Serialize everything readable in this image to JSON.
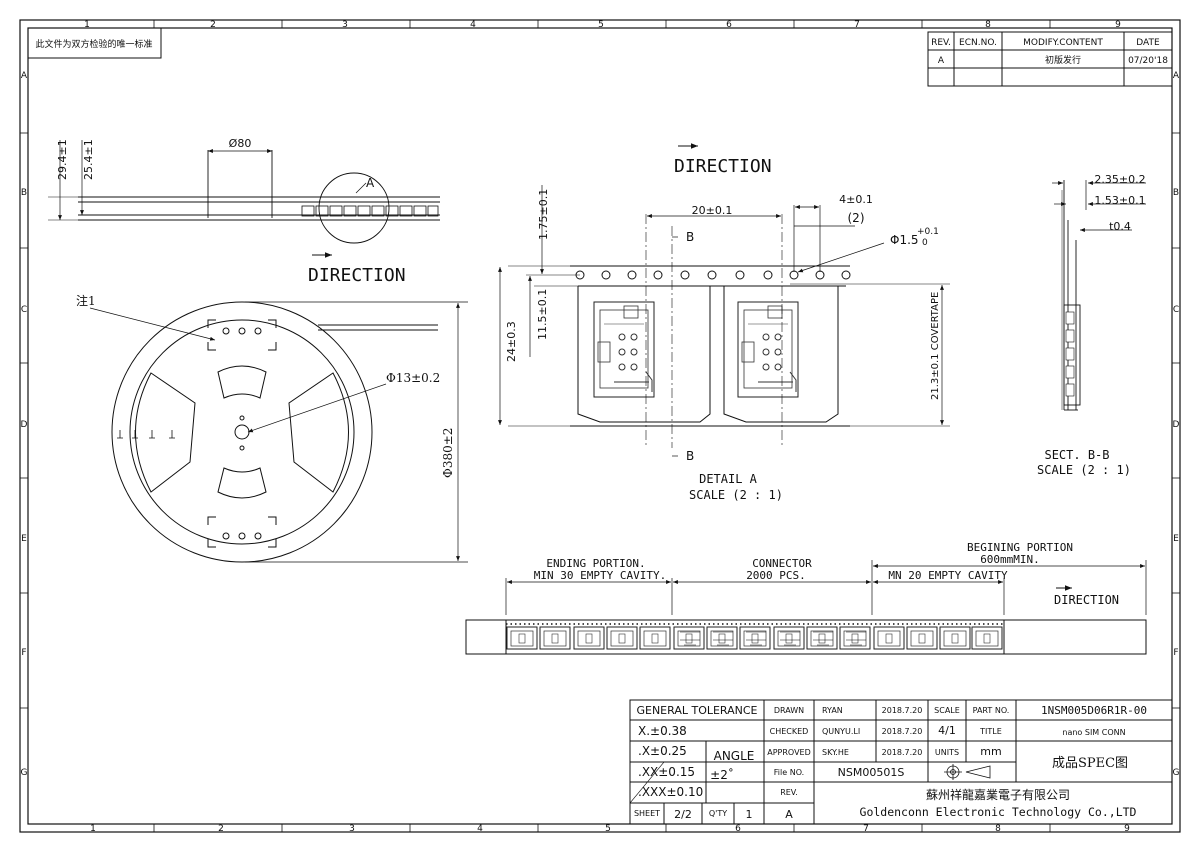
{
  "zones": {
    "cols": [
      "1",
      "2",
      "3",
      "4",
      "5",
      "6",
      "7",
      "8",
      "9"
    ],
    "rows": [
      "A",
      "B",
      "C",
      "D",
      "E",
      "F",
      "G"
    ]
  },
  "note_box": "此文件为双方检验的唯一标准",
  "revision_table": {
    "headers": [
      "REV.",
      "ECN.NO.",
      "MODIFY.CONTENT",
      "DATE"
    ],
    "rows": [
      [
        "A",
        "",
        "初版发行",
        "07/20'18"
      ]
    ]
  },
  "reel_side": {
    "dim_total": "29.4±1",
    "dim_inner": "25.4±1",
    "dim_hub": "Ø80",
    "detail_label": "A"
  },
  "direction_label": "DIRECTION",
  "reel_front": {
    "note": "注1",
    "hole_dim": "Φ13±0.2",
    "diameter_dim": "Φ380±2"
  },
  "detail_a": {
    "pitch": "20±0.1",
    "hole_pitch": "4±0.1",
    "hole_pitch_ref": "(2)",
    "hole_dia_base": "Φ1.5",
    "hole_dia_tol_upper": "+0.1",
    "hole_dia_tol_lower": "0",
    "edge_dim": "1.75±0.1",
    "center_dim": "11.5±0.1",
    "tape_width": "24±0.3",
    "cover_tape": "21.3±0.1 COVERTAPE",
    "section_mark": "B",
    "title": "DETAIL A",
    "scale": "SCALE (2 : 1)"
  },
  "section_bb": {
    "dim1": "2.35±0.2",
    "dim2": "1.53±0.1",
    "dim3": "t0.4",
    "title": "SECT. B-B",
    "scale": "SCALE (2 : 1)"
  },
  "tape_strip": {
    "ending": "ENDING PORTION.",
    "ending_sub": "MIN 30 EMPTY CAVITY.",
    "connector": "CONNECTOR",
    "connector_sub": "2000 PCS.",
    "beginning": "BEGINING PORTION",
    "beginning_sub": "600mmMIN.",
    "beginning_sub2": "MN 20 EMPTY CAVITY"
  },
  "title_block": {
    "general_tolerance": "GENERAL TOLERANCE",
    "tol_x": "X.±0.38",
    "tol_xx": ".X±0.25",
    "tol_xxx": ".XX±0.15",
    "tol_xxxx": ".XXX±0.10",
    "angle": "ANGLE",
    "angle_val": "±2˚",
    "drawn_label": "DRAWN",
    "drawn_name": "RYAN",
    "drawn_date": "2018.7.20",
    "checked_label": "CHECKED",
    "checked_name": "QUNYU.LI",
    "checked_date": "2018.7.20",
    "approved_label": "APPROVED",
    "approved_name": "SKY.HE",
    "approved_date": "2018.7.20",
    "scale_label": "SCALE",
    "scale_val": "4/1",
    "units_label": "UNITS",
    "units_val": "mm",
    "part_no_label": "PART NO.",
    "part_no": "1NSM005D06R1R-00",
    "title_label": "TITLE",
    "title_val": "nano SIM CONN",
    "spec": "成品SPEC图",
    "file_no_label": "File NO.",
    "file_no": "NSM00501S",
    "rev_label": "REV.",
    "rev_val": "A",
    "sheet_label": "SHEET",
    "sheet_val": "2/2",
    "qty_label": "Q'TY",
    "qty_val": "1",
    "company_cn": "蘇州祥龍嘉業電子有限公司",
    "company_en": "Goldenconn Electronic Technology Co.,LTD"
  }
}
